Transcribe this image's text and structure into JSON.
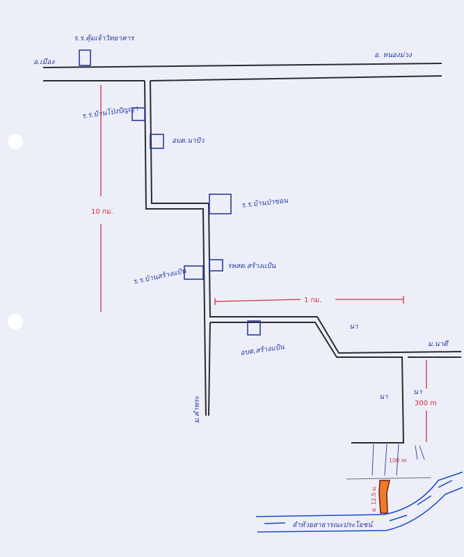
{
  "map": {
    "places": {
      "district_left": "อ.เมือง",
      "district_right": "อ. หนองม่วง",
      "school_top": "ร.ร.คุ้มเจ้าวิทยาคาร",
      "school_nong": "ร.ร.บ้านโป่งปัญญา",
      "sao_napua": "อบต.นาปัว",
      "school_pakhon": "ร.ร.บ้านป่าขอน",
      "school_sangpaen": "ร.ร.บ้านสร้างแป้น",
      "health_center": "รพสต.สร้างแป้น",
      "sao_sangpaen": "อบต.สร้างแป้น",
      "village_left": "ม.คำพระ",
      "village_right": "ม.นาดี",
      "river": "ลำห้วยสาธารณะประโยชน์",
      "weir": "ฝ. 12.5 ม."
    },
    "field_marks": [
      "นา",
      "นา",
      "นา",
      "นา"
    ],
    "distances": {
      "vertical": "10 กม.",
      "horizontal": "1 กม.",
      "lane": "300 m",
      "bank": "100 m"
    },
    "colors": {
      "road": "#2a2a2e",
      "label": "#2a3aa0",
      "distance": "#d0303a",
      "river": "#1f45c8",
      "weir": "#f07a2a"
    }
  }
}
